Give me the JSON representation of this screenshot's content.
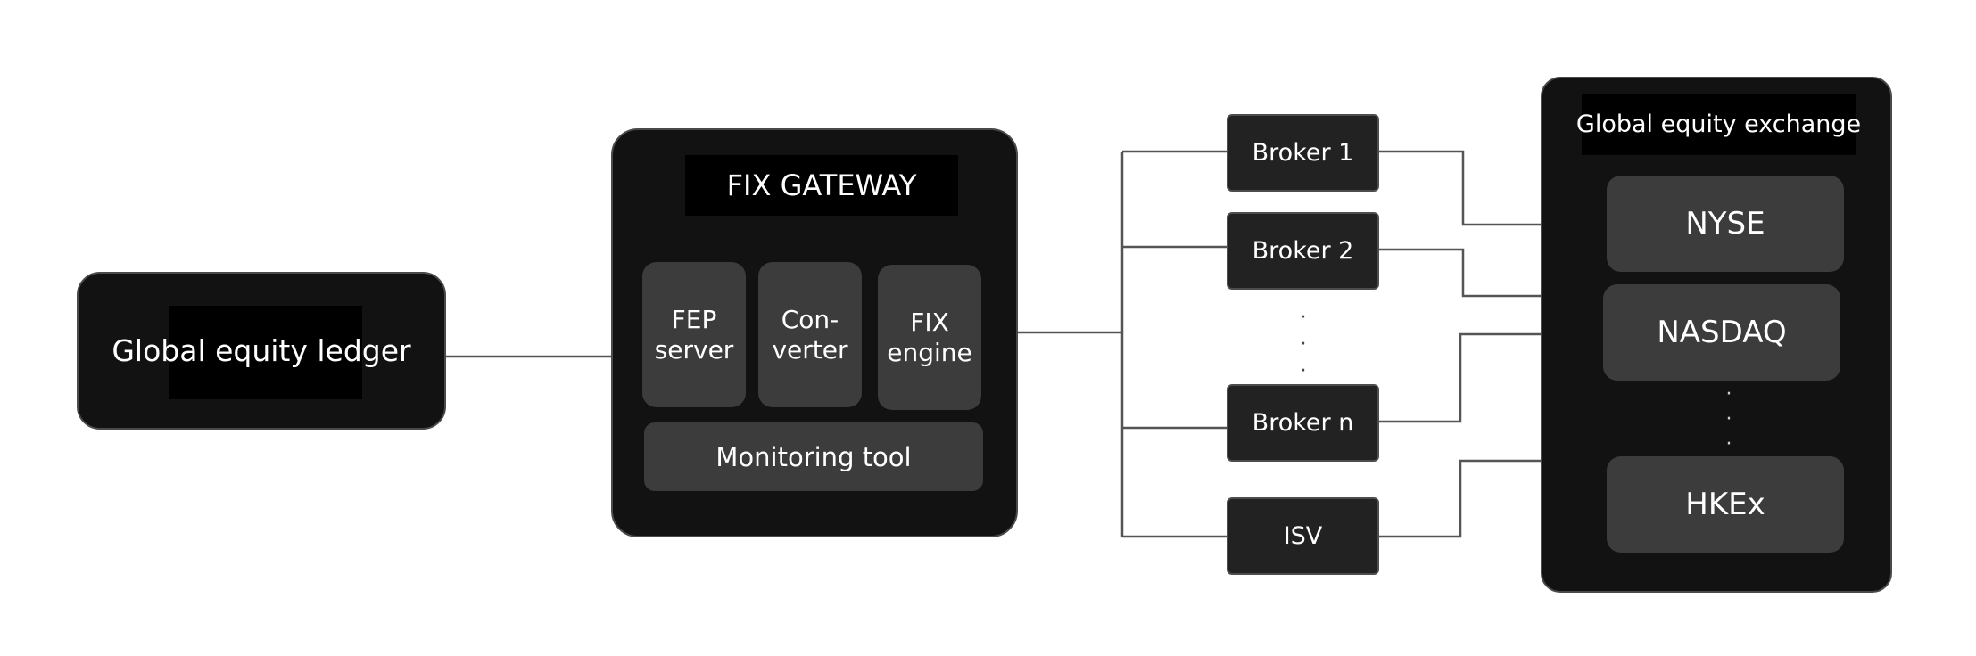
{
  "ledger": {
    "label": "Global equity ledger"
  },
  "gateway": {
    "title": "FIX GATEWAY",
    "components": [
      {
        "label": "FEP\nserver"
      },
      {
        "label": "Con-\nverter"
      },
      {
        "label": "FIX\nengine"
      }
    ],
    "monitoring": "Monitoring tool"
  },
  "participants": [
    {
      "label": "Broker 1"
    },
    {
      "label": "Broker 2"
    },
    {
      "label": "Broker n"
    },
    {
      "label": "ISV"
    }
  ],
  "exchange": {
    "title": "Global equity exchange",
    "venues": [
      {
        "label": "NYSE"
      },
      {
        "label": "NASDAQ"
      },
      {
        "label": "HKEx"
      }
    ]
  },
  "ellipsis_glyph": "·",
  "colors": {
    "outer_fill": "#121212",
    "inner_fill": "#3c3c3c",
    "connector": "#555555"
  }
}
